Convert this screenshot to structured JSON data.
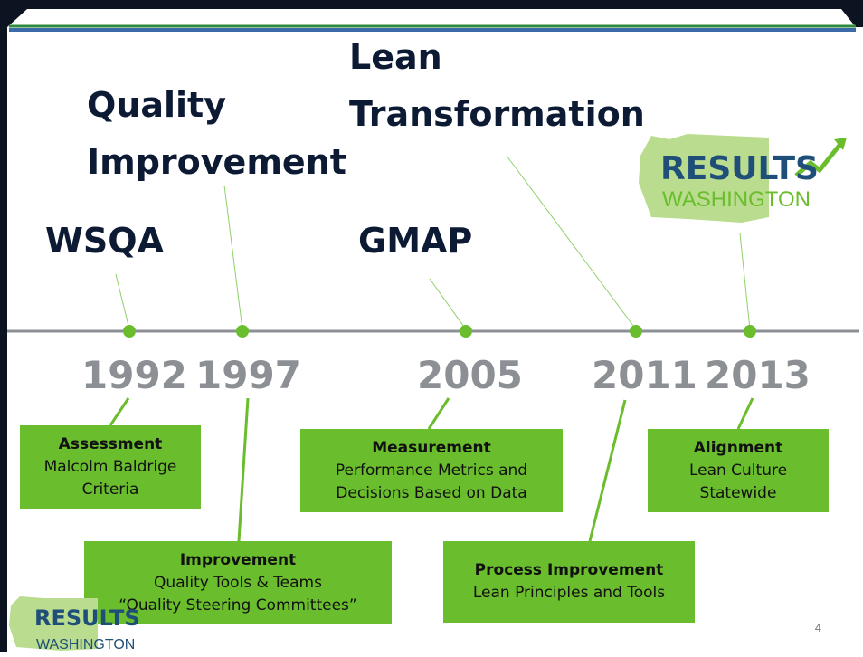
{
  "headings": {
    "wsqa": "WSQA",
    "quality_line1": "Quality",
    "quality_line2": "Improvement",
    "gmap": "GMAP",
    "lean_line1": "Lean",
    "lean_line2": "Transformation"
  },
  "years": [
    "1992",
    "1997",
    "2005",
    "2011",
    "2013"
  ],
  "boxes": {
    "assessment": {
      "title": "Assessment",
      "line1": "Malcolm Baldrige",
      "line2": "Criteria"
    },
    "improvement": {
      "title": "Improvement",
      "line1": "Quality Tools & Teams",
      "line2": "“Quality Steering Committees”"
    },
    "measurement": {
      "title": "Measurement",
      "line1": "Performance Metrics and",
      "line2": "Decisions Based on Data"
    },
    "process": {
      "title": "Process Improvement",
      "line1": "Lean Principles and Tools"
    },
    "alignment": {
      "title": "Alignment",
      "line1": "Lean Culture",
      "line2": "Statewide"
    }
  },
  "logo": {
    "word1": "RESULTS",
    "word2": "WASHINGTON"
  },
  "slide_number": "4",
  "colors": {
    "green": "#6abd2d",
    "navy": "#0c1a33",
    "gray": "#8c8f94",
    "logo_blue": "#1f4e79",
    "logo_green": "#8cc63f"
  }
}
